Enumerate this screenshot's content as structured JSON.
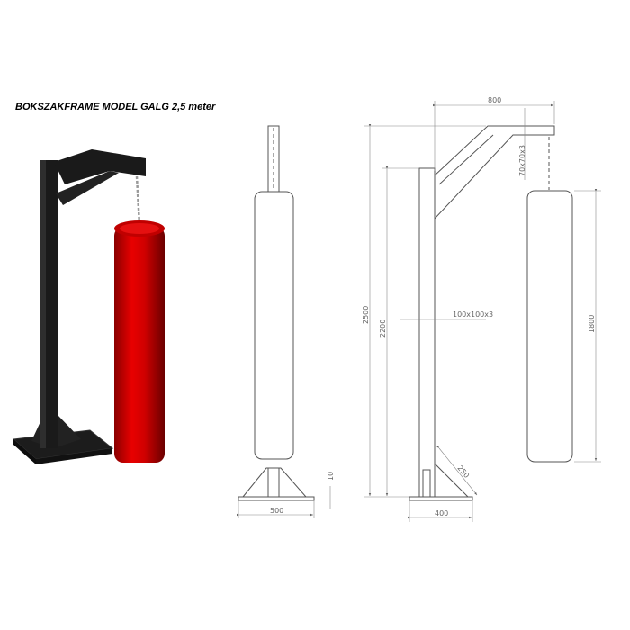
{
  "title": "BOKSZAKFRAME MODEL GALG 2,5 meter",
  "dimensions": {
    "arm_length": "800",
    "arm_profile": "70x70x3",
    "total_height": "2500",
    "post_height": "2200",
    "post_profile": "100x100x3",
    "bag_length": "1800",
    "plate_thickness": "10",
    "base_front_width": "500",
    "base_side_width": "400",
    "brace_length": "250"
  },
  "colors": {
    "frame": "#1a1a1a",
    "bag": "#d40000",
    "line": "#555555"
  }
}
